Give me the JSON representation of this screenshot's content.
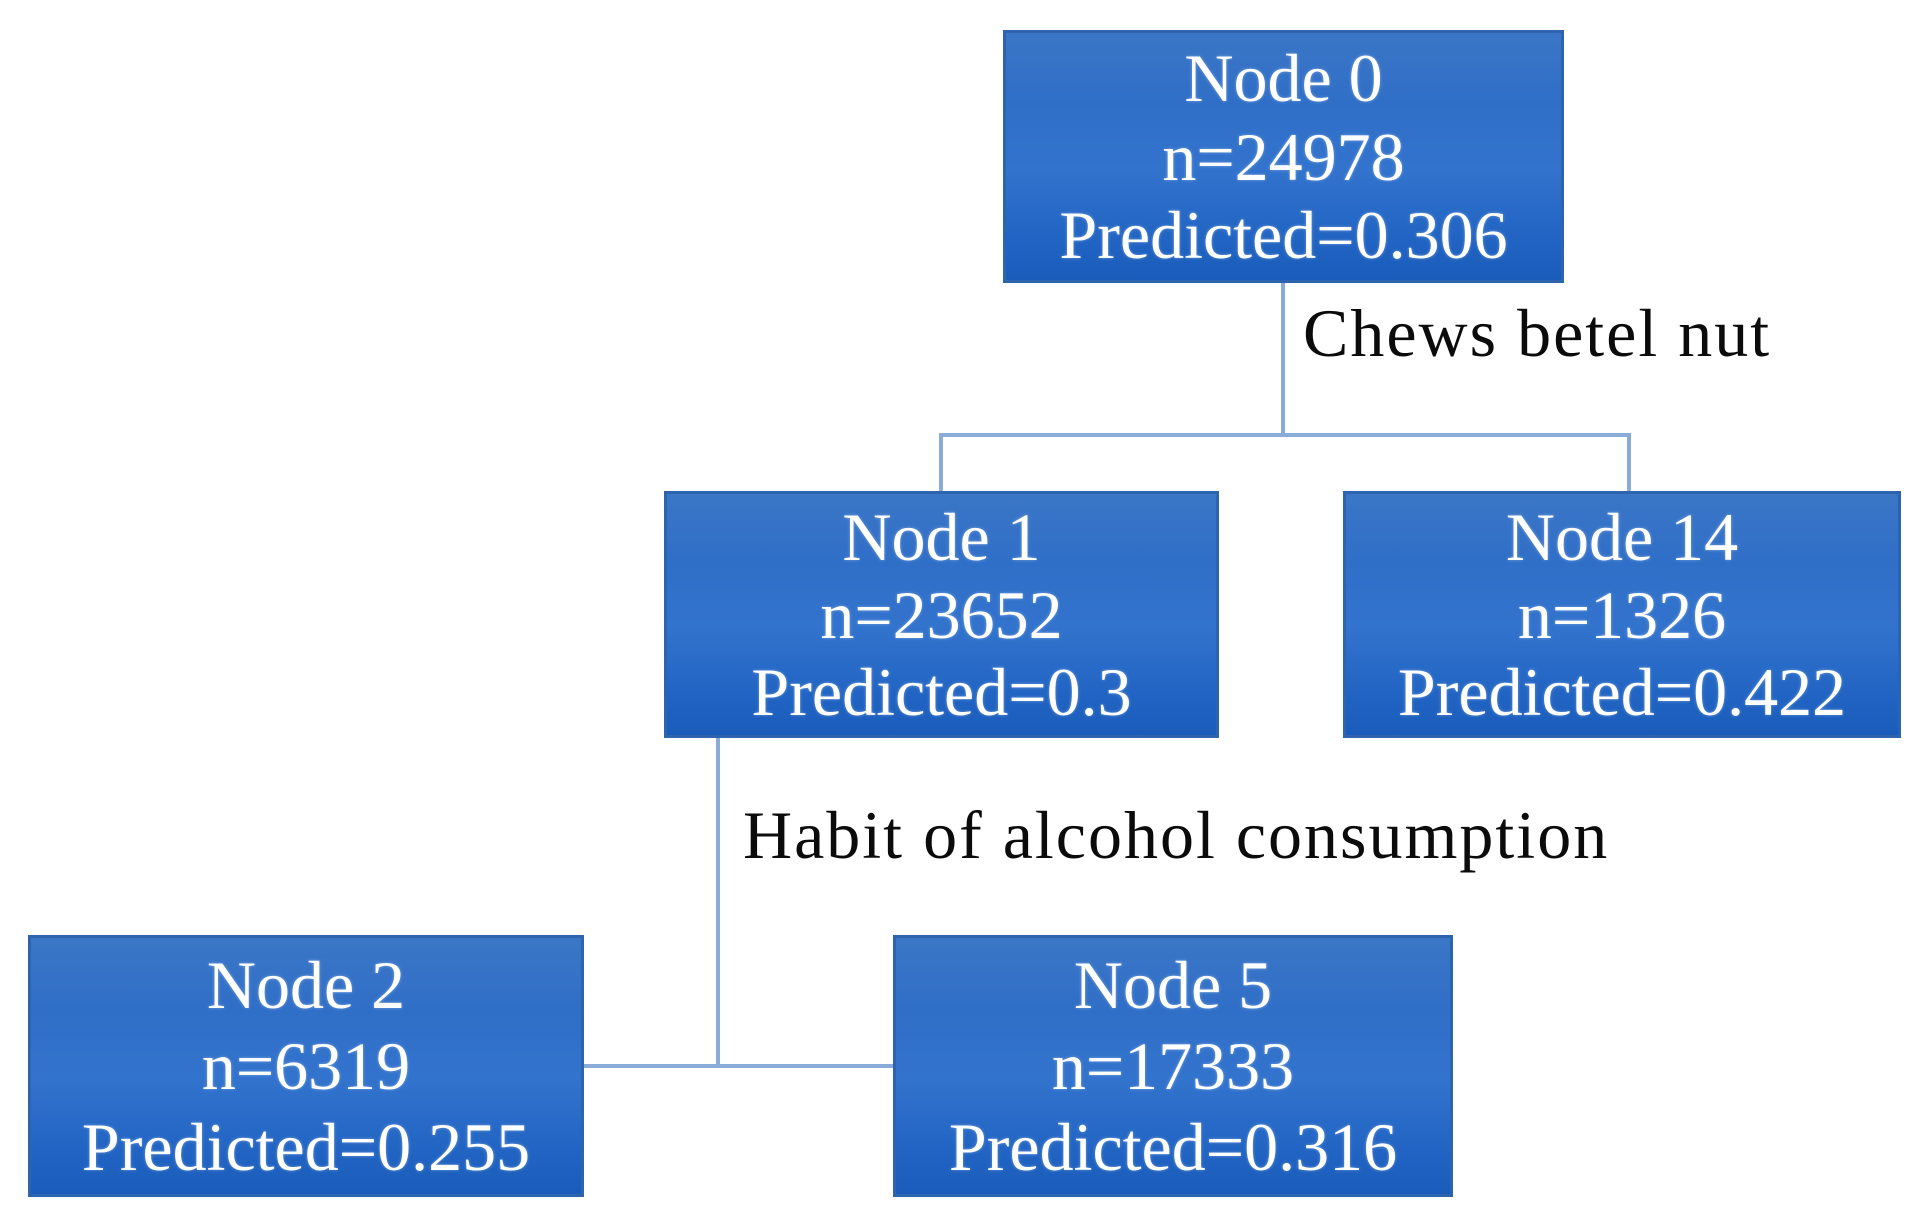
{
  "diagram": {
    "type": "decision-tree",
    "background_color": "#ffffff",
    "node_fill_top": "#3273cd",
    "node_fill_bottom": "#1e60c0",
    "node_border_color": "#2e63ad",
    "node_text_color": "#ffffff",
    "connector_color": "#8aacd8",
    "edge_label_color": "#0b0b0b",
    "nodes": [
      {
        "id": "0",
        "title": "Node 0",
        "n_label": "n=24978",
        "predicted_label": "Predicted=0.306"
      },
      {
        "id": "1",
        "title": "Node 1",
        "n_label": "n=23652",
        "predicted_label": "Predicted=0.3"
      },
      {
        "id": "14",
        "title": "Node 14",
        "n_label": "n=1326",
        "predicted_label": "Predicted=0.422"
      },
      {
        "id": "2",
        "title": "Node 2",
        "n_label": "n=6319",
        "predicted_label": "Predicted=0.255"
      },
      {
        "id": "5",
        "title": "Node 5",
        "n_label": "n=17333",
        "predicted_label": "Predicted=0.316"
      }
    ],
    "edges": [
      {
        "from": "Node 0",
        "label": "Chews betel nut",
        "children": [
          "Node 1",
          "Node 14"
        ]
      },
      {
        "from": "Node 1",
        "label": "Habit of alcohol consumption",
        "children": [
          "Node 2",
          "Node 5"
        ]
      }
    ]
  }
}
